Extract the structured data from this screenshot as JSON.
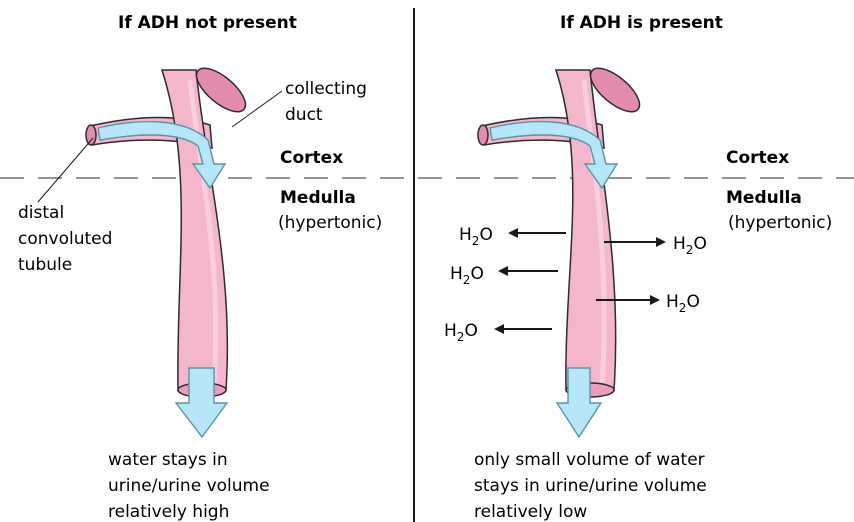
{
  "colors": {
    "tube_fill": "#f4b6cd",
    "tube_edge": "#e38cb0",
    "tube_stroke": "#2b2b2b",
    "arrow_fill": "#b6e6f7",
    "arrow_stroke": "#5a93a9",
    "divider": "#1a1a1a",
    "dashed_line": "#555555"
  },
  "left_panel": {
    "title": "If ADH not present",
    "label_collecting": "collecting",
    "label_duct": "duct",
    "label_distal": "distal",
    "label_convoluted": "convoluted",
    "label_tubule": "tubule",
    "cortex": "Cortex",
    "medulla": "Medulla",
    "hypertonic": "(hypertonic)",
    "caption_lines": [
      "water stays in",
      "urine/urine volume",
      "relatively high"
    ]
  },
  "right_panel": {
    "title": "If ADH is present",
    "cortex": "Cortex",
    "medulla": "Medulla",
    "hypertonic": "(hypertonic)",
    "water_label_main": "H",
    "water_label_sub": "2",
    "water_label_end": "O",
    "caption_lines": [
      "only small volume of water",
      "stays in urine/urine volume",
      "relatively low"
    ]
  }
}
